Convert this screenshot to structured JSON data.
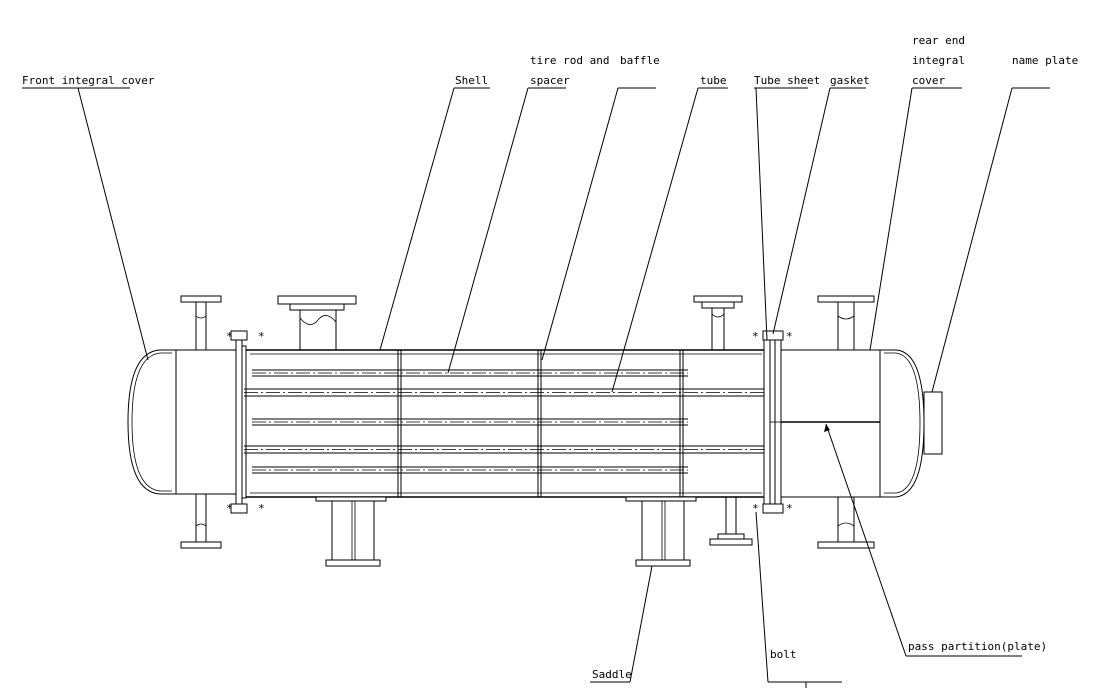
{
  "labels": {
    "front_cover": "Front integral cover",
    "shell": "Shell",
    "tie_rod_line1": "tire rod and",
    "tie_rod_line2": "spacer",
    "baffle": "baffle",
    "tube": "tube",
    "tube_sheet": "Tube sheet",
    "gasket": "gasket",
    "rear_cover_line1": "rear end",
    "rear_cover_line2": "integral",
    "rear_cover_line3": "cover",
    "name_plate": "name plate",
    "pass_partition": "pass partition(plate)",
    "saddle": "Saddle",
    "bolt": "bolt"
  }
}
